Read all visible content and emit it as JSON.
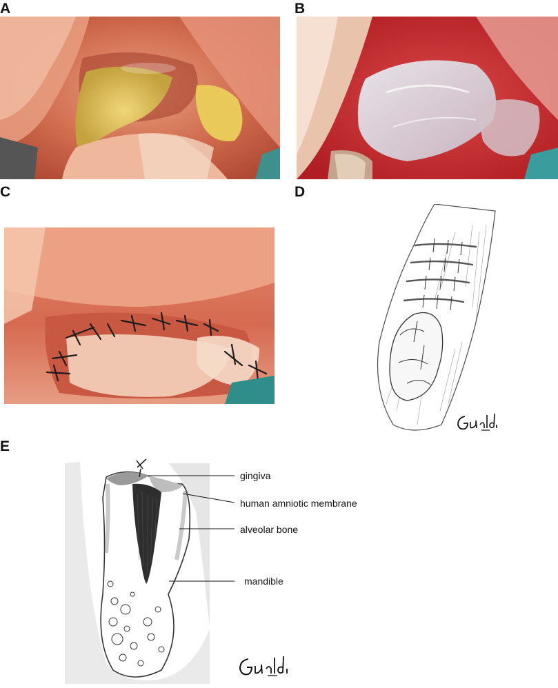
{
  "panels": {
    "a": {
      "letter": "A"
    },
    "b": {
      "letter": "B"
    },
    "c": {
      "letter": "C"
    },
    "d": {
      "letter": "D",
      "signature": "Gualdi"
    },
    "e": {
      "letter": "E",
      "signature": "Gualdi"
    }
  },
  "labels": {
    "gingiva": "gingiva",
    "amniotic": "human amniotic membrane",
    "alveolar": "alveolar bone",
    "mandible": "mandible"
  }
}
